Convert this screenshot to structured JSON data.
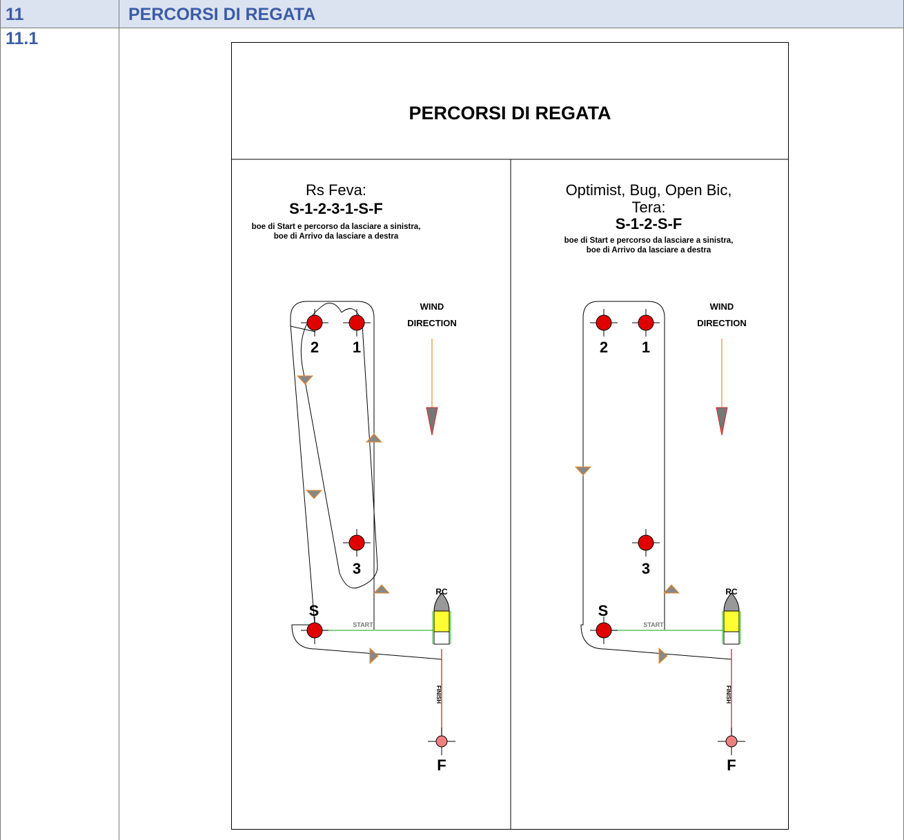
{
  "section": {
    "number": "11",
    "title": "PERCORSI  DI  REGATA"
  },
  "subsection": {
    "number": "11.1"
  },
  "board": {
    "title": "PERCORSI DI REGATA",
    "left": {
      "class_name": "Rs Feva:",
      "course": "S-1-2-3-1-S-F",
      "note_line1": "boe di Start e percorso da lasciare a sinistra,",
      "note_line2": "boe di Arrivo da lasciare a destra"
    },
    "right": {
      "class_line1": "Optimist, Bug, Open Bic,",
      "class_line2": "Tera:",
      "course": "S-1-2-S-F",
      "note_line1": "boe di Start e percorso da lasciare a sinistra,",
      "note_line2": "boe di Arrivo da lasciare a destra"
    },
    "labels": {
      "wind1": "WIND",
      "wind2": "DIRECTION",
      "mark1": "1",
      "mark2": "2",
      "mark3": "3",
      "start_mark": "S",
      "finish_mark": "F",
      "rc": "RC",
      "start_line": "START",
      "finish_line": "FINISH"
    },
    "colors": {
      "mark": "#e00000",
      "boat": "#ffff33",
      "start_line": "#33bb33",
      "finish_line": "#dd2222",
      "arrow": "#888888",
      "arrow_outline": "#f08a20"
    }
  }
}
